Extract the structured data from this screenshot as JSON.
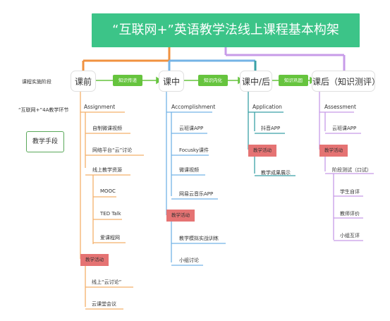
{
  "title": "“互联网+”英语教学法线上课程基本构架",
  "row_labels": {
    "stage": "课程实施阶段",
    "env": "“互联网+”4A教学环节",
    "means": "教学手段"
  },
  "stages": [
    "课前",
    "课中",
    "课中/后",
    "课后（知识测评）"
  ],
  "flows": [
    "知识传递",
    "知识内化",
    "知识巩固"
  ],
  "col1": {
    "header": "Assignment",
    "items": [
      "自制微课视频",
      "网络平台“云”讨论",
      "线上教学资源"
    ],
    "subitems": [
      "MOOC",
      "TED Talk",
      "爱课程网"
    ],
    "activity": "教学活动",
    "activity_items": [
      "线上“云讨论”",
      "云课堂会议"
    ]
  },
  "col2": {
    "header": "Accomplishment",
    "items": [
      "云班课APP",
      "Focusky课件",
      "微课视频",
      "网易云音乐APP"
    ],
    "activity": "教学活动",
    "activity_items": [
      "教学模拟实战训练",
      "小组讨论"
    ]
  },
  "col3": {
    "header": "Application",
    "items": [
      "抖音APP"
    ],
    "activity": "教学活动",
    "activity_items": [
      "教学成果展示"
    ]
  },
  "col4": {
    "header": "Assessment",
    "items": [
      "云班课APP"
    ],
    "activity": "教学活动",
    "activity_items": [
      "阶段测试（口试）"
    ],
    "subitems": [
      "学生自评",
      "教师评价",
      "小组互评"
    ]
  },
  "colors": {
    "title_bg": "#3cc488",
    "orange": "#f0913f",
    "blue": "#74b3e6",
    "purple": "#c79be8",
    "teal": "#3aa1a6",
    "flow_green": "#66c43e",
    "branch_orange": "#f4b06a",
    "activity_red": "#e57373"
  }
}
